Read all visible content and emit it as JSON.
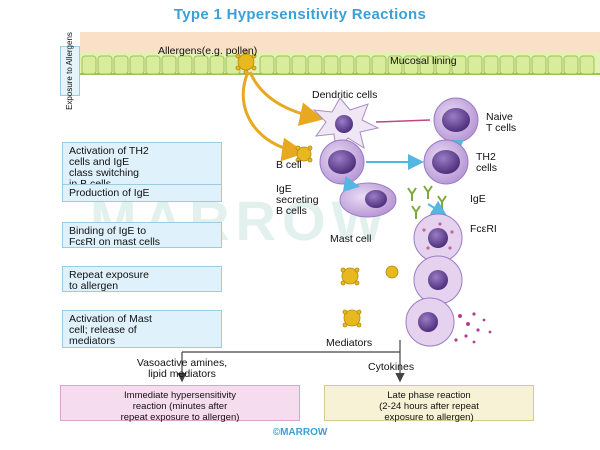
{
  "title": "Type 1 Hypersensitivity Reactions",
  "exposure_label": "Exposure to Allergens",
  "labels": {
    "allergens": "Allergens(e.g. pollen)",
    "mucosal_lining": "Mucosal lining",
    "dendritic_cells": "Dendritic cells",
    "naive_t_line1": "Naive",
    "naive_t_line2": "T cells",
    "b_cell": "B cell",
    "th2_line1": "TH2",
    "th2_line2": "cells",
    "ige_secreting_line1": "IgE",
    "ige_secreting_line2": "secreting",
    "ige_secreting_line3": "B cells",
    "ige": "IgE",
    "fceri": "FcεRI",
    "mast_cell": "Mast cell",
    "mediators": "Mediators",
    "vasoactive_line1": "Vasoactive amines,",
    "vasoactive_line2": "lipid mediators",
    "cytokines": "Cytokines"
  },
  "steps": [
    {
      "line1": "Activation of TH2",
      "line2": "cells and IgE",
      "line3": "class switching",
      "line4": "in B cells"
    },
    {
      "line1": "Production of IgE"
    },
    {
      "line1": "Binding of IgE to",
      "line2": "FcεRI on mast cells"
    },
    {
      "line1": "Repeat exposure",
      "line2": "to allergen"
    },
    {
      "line1": "Activation of Mast",
      "line2": "cell; release of",
      "line3": "mediators"
    }
  ],
  "outcomes": {
    "immediate_line1": "Immediate hypersensitivity",
    "immediate_line2": "reaction (minutes after",
    "immediate_line3": "repeat exposure to allergen)",
    "late_line1": "Late phase reaction",
    "late_line2": "(2-24 hours after repeat",
    "late_line3": "exposure to allergen)"
  },
  "watermark": "MARROW",
  "footer": "©MARROW",
  "colors": {
    "title": "#3aa0d6",
    "step_box": "#dff1fa",
    "immediate_box": "#f6dcef",
    "late_box": "#f7f1d6",
    "cell_purple": "#8a64b0",
    "arrow_blue": "#53b7e0",
    "allergen_yellow": "#e8b820"
  }
}
